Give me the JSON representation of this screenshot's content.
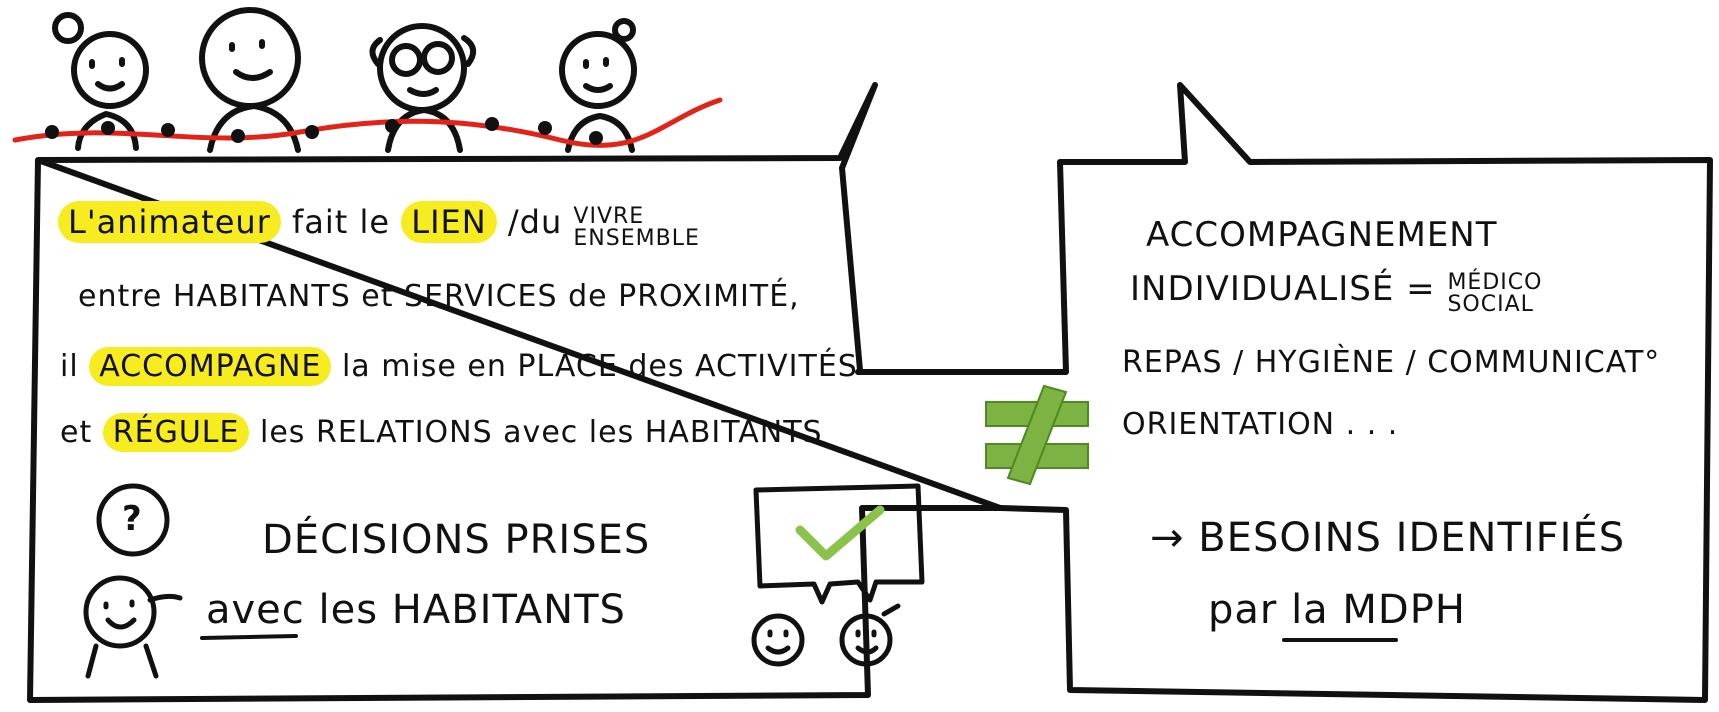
{
  "left_box": {
    "line1": {
      "highlight1": "L'animateur",
      "mid1": "fait le",
      "highlight2": "LIEN",
      "mid2": "/du",
      "stack_top": "VIVRE",
      "stack_bottom": "ENSEMBLE"
    },
    "line2": "entre HABITANTS et SERVICES de PROXIMITÉ,",
    "line3": {
      "prefix": "il",
      "highlight": "ACCOMPAGNE",
      "rest": "la mise en PLACE des ACTIVITÉS"
    },
    "line4": {
      "prefix": "et",
      "highlight": "RÉGULE",
      "rest": "les RELATIONS avec les HABITANTS"
    },
    "decision": {
      "line1": "DÉCISIONS PRISES",
      "line2_underlined": "avec",
      "line2_rest": "les HABITANTS"
    },
    "question_mark": "?"
  },
  "right_box": {
    "line1": "ACCOMPAGNEMENT",
    "line2": {
      "text": "INDIVIDUALISÉ =",
      "stack_top": "MÉDICO",
      "stack_bottom": "SOCIAL"
    },
    "line3": "REPAS / HYGIÈNE / COMMUNICAT°",
    "line4": "ORIENTATION . . .",
    "line5": "→ BESOINS IDENTIFIÉS",
    "line6": {
      "prefix": "par la",
      "underlined": "MDPH"
    }
  },
  "colors": {
    "highlight": "#f6ec1f",
    "not_equal": "#7cb342",
    "ribbon": "#e2231a",
    "check": "#8bc34a",
    "ink": "#111111"
  },
  "icons": [
    "people-group-icon",
    "not-equal-icon",
    "checkmark-icon",
    "question-icon",
    "smiley-icon"
  ]
}
